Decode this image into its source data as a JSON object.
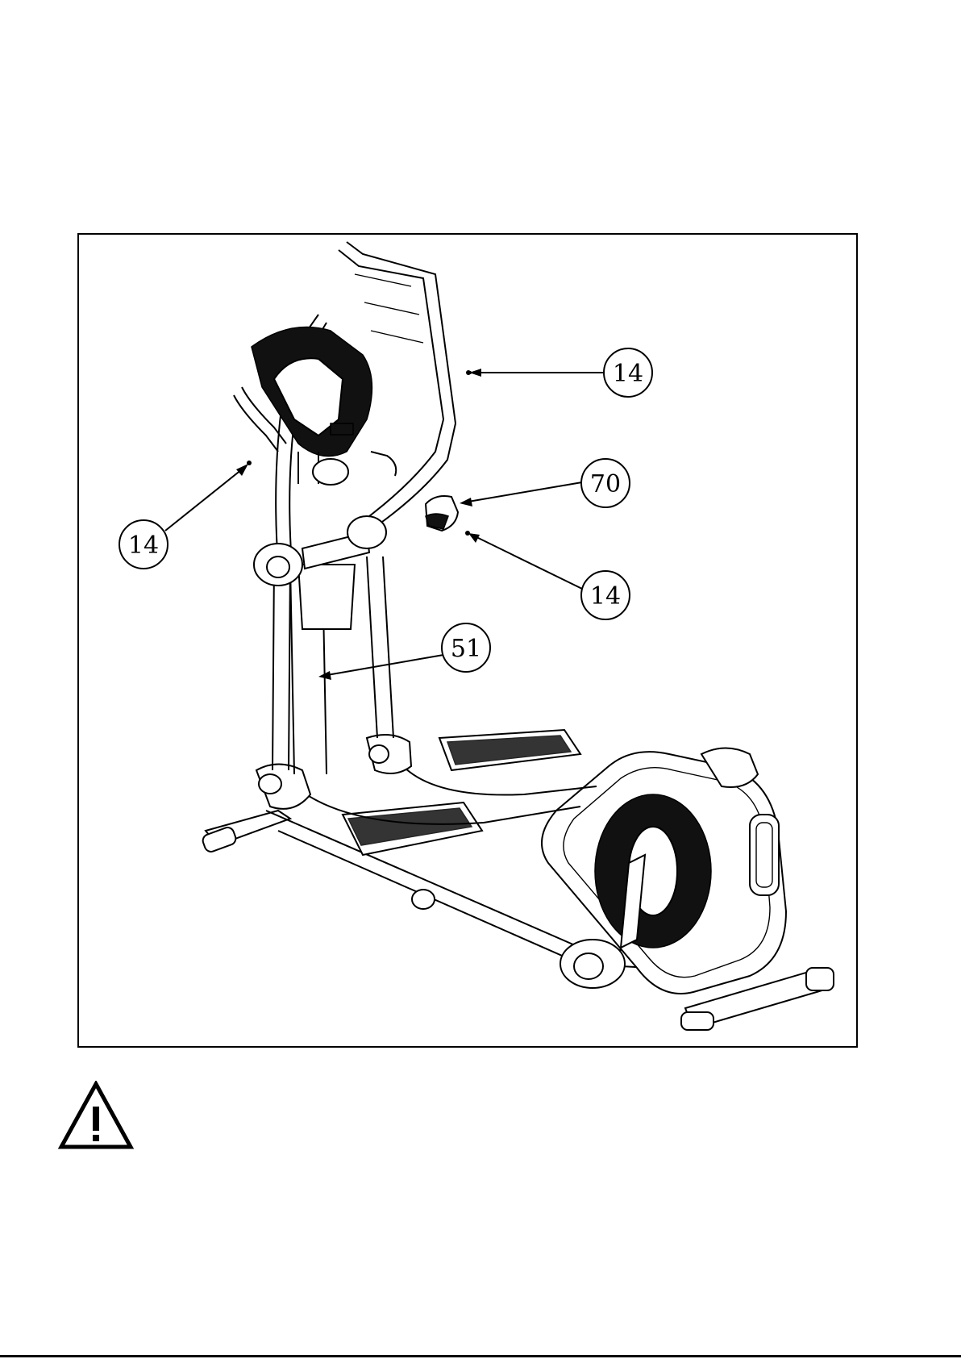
{
  "callouts": [
    {
      "id": "c1",
      "label": "14"
    },
    {
      "id": "c2",
      "label": "14"
    },
    {
      "id": "c3",
      "label": "70"
    },
    {
      "id": "c4",
      "label": "14"
    },
    {
      "id": "c5",
      "label": "51"
    }
  ],
  "icons": {
    "warning": "warning-icon",
    "warning_color": "#000000"
  }
}
